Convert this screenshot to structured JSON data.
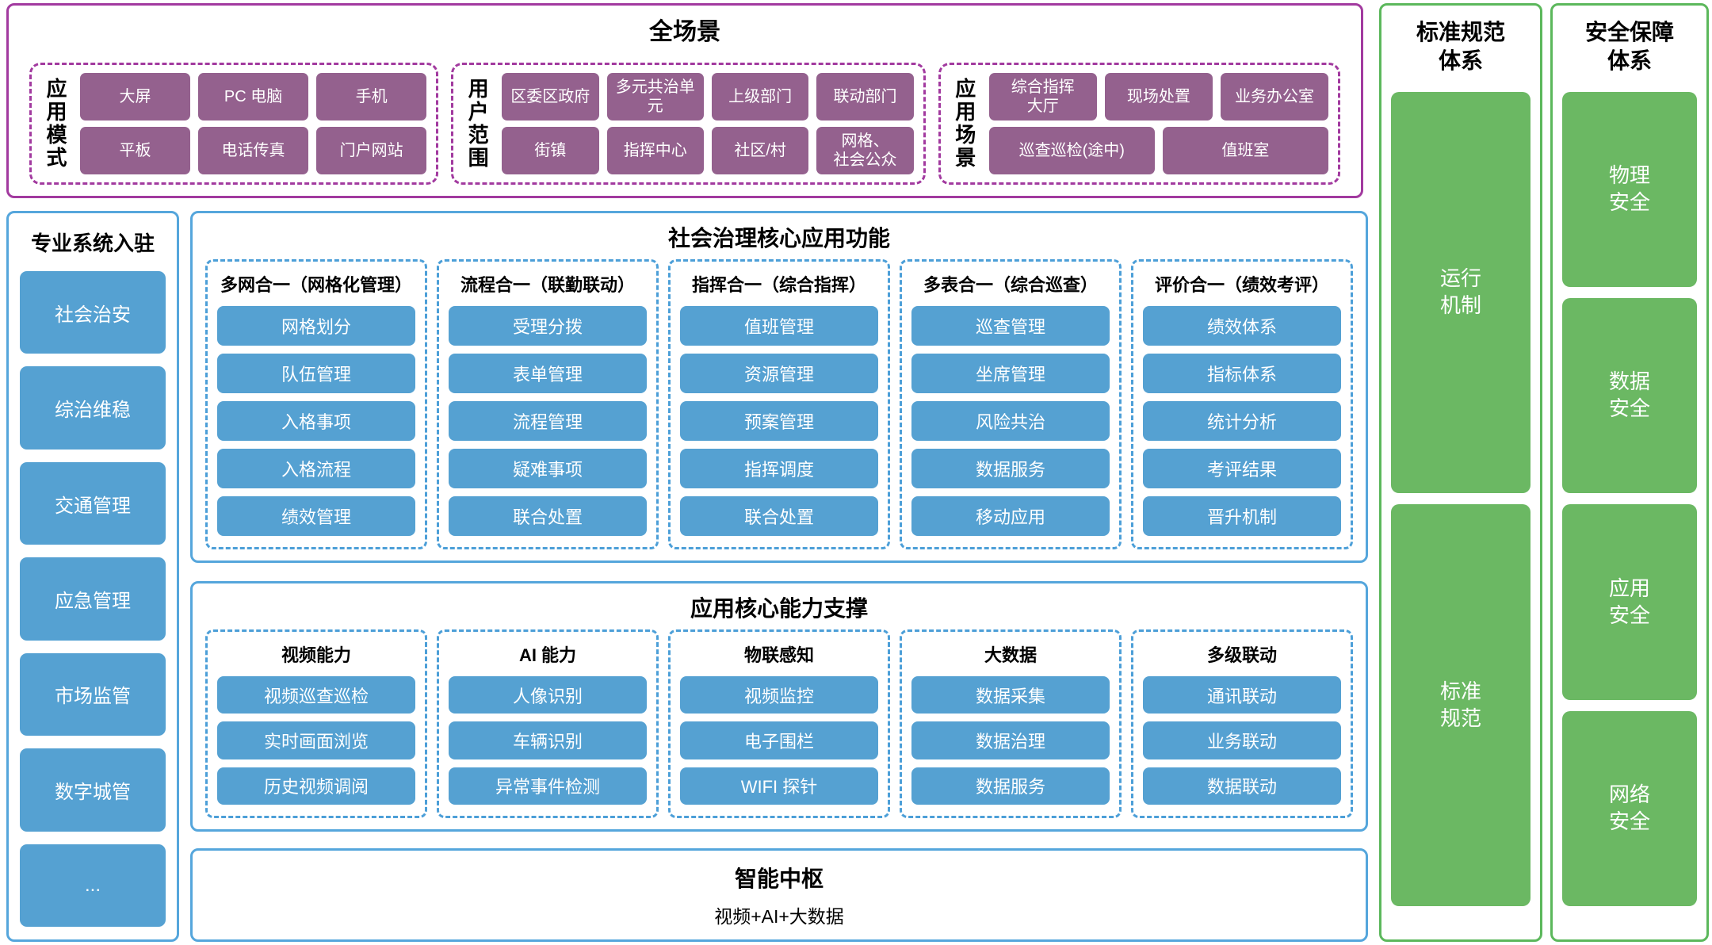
{
  "top": {
    "title": "全场景",
    "groups": [
      {
        "label": "应用模式",
        "rows": [
          [
            "大屏",
            "PC 电脑",
            "手机"
          ],
          [
            "平板",
            "电话传真",
            "门户网站"
          ]
        ]
      },
      {
        "label": "用户范围",
        "rows": [
          [
            "区委区政府",
            "多元共治单元",
            "上级部门",
            "联动部门"
          ],
          [
            "街镇",
            "指挥中心",
            "社区/村",
            "网格、\n社会公众"
          ]
        ]
      },
      {
        "label": "应用场景",
        "rows": [
          [
            "综合指挥\n大厅",
            "现场处置",
            "业务办公室"
          ],
          [
            "巡查巡检(途中)",
            "值班室"
          ]
        ]
      }
    ]
  },
  "sidebar": {
    "title": "专业系统入驻",
    "items": [
      "社会治安",
      "综治维稳",
      "交通管理",
      "应急管理",
      "市场监管",
      "数字城管",
      "..."
    ]
  },
  "core": {
    "title": "社会治理核心应用功能",
    "columns": [
      {
        "header": "多网合一（网格化管理）",
        "items": [
          "网格划分",
          "队伍管理",
          "入格事项",
          "入格流程",
          "绩效管理"
        ]
      },
      {
        "header": "流程合一（联勤联动）",
        "items": [
          "受理分拨",
          "表单管理",
          "流程管理",
          "疑难事项",
          "联合处置"
        ]
      },
      {
        "header": "指挥合一（综合指挥）",
        "items": [
          "值班管理",
          "资源管理",
          "预案管理",
          "指挥调度",
          "联合处置"
        ]
      },
      {
        "header": "多表合一（综合巡查）",
        "items": [
          "巡查管理",
          "坐席管理",
          "风险共治",
          "数据服务",
          "移动应用"
        ]
      },
      {
        "header": "评价合一（绩效考评）",
        "items": [
          "绩效体系",
          "指标体系",
          "统计分析",
          "考评结果",
          "晋升机制"
        ]
      }
    ]
  },
  "capability": {
    "title": "应用核心能力支撑",
    "columns": [
      {
        "header": "视频能力",
        "items": [
          "视频巡查巡检",
          "实时画面浏览",
          "历史视频调阅"
        ]
      },
      {
        "header": "AI 能力",
        "items": [
          "人像识别",
          "车辆识别",
          "异常事件检测"
        ]
      },
      {
        "header": "物联感知",
        "items": [
          "视频监控",
          "电子围栏",
          "WIFI 探针"
        ]
      },
      {
        "header": "大数据",
        "items": [
          "数据采集",
          "数据治理",
          "数据服务"
        ]
      },
      {
        "header": "多级联动",
        "items": [
          "通讯联动",
          "业务联动",
          "数据联动"
        ]
      }
    ]
  },
  "hub": {
    "title": "智能中枢",
    "subtitle": "视频+AI+大数据"
  },
  "standards": {
    "title": "标准规范\n体系",
    "items": [
      "运行\n机制",
      "标准\n规范"
    ]
  },
  "security": {
    "title": "安全保障\n体系",
    "items": [
      "物理\n安全",
      "数据\n安全",
      "应用\n安全",
      "网络\n安全"
    ]
  },
  "colors": {
    "purple_fill": "#94618E",
    "purple_border": "#A23A9F",
    "blue_fill": "#55A1D2",
    "blue_border": "#55A6DC",
    "blue_dashed": "#4C9FD8",
    "green_fill": "#6BB863",
    "green_border": "#5CB85C"
  }
}
